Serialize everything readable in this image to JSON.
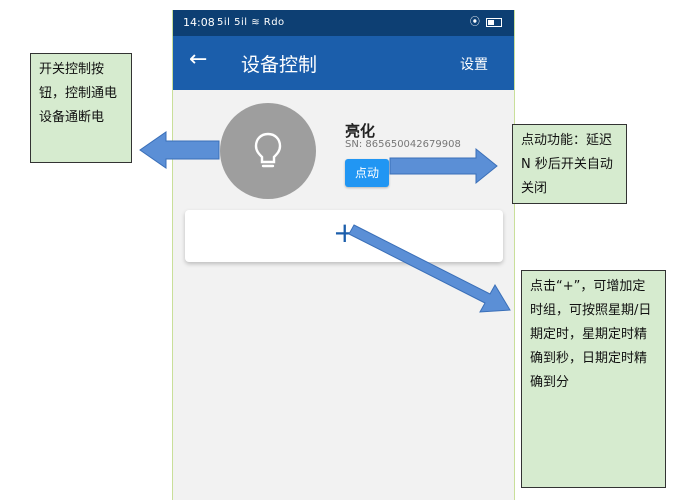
{
  "status_bar": {
    "time": "14:08",
    "signal": "5il 5il ≋ Rdo",
    "right": "⦿"
  },
  "app_bar": {
    "back_icon": "arrow-left-icon",
    "title": "设备控制",
    "settings_label": "设置"
  },
  "device": {
    "icon": "lightbulb-icon",
    "name": "亮化",
    "sn": "SN: 865650042679908",
    "pulse_button_label": "点动"
  },
  "add_timer": {
    "icon": "plus-icon",
    "label": "+"
  },
  "annotations": {
    "left": "开关控制按钮，控制通电设备通断电",
    "right": "点动功能：延迟 N 秒后开关自动关闭",
    "bottom": "点击“+”，可增加定时组，可按照星期/日期定时，星期定时精确到秒，日期定时精确到分"
  },
  "colors": {
    "status_bar": "#0d3f73",
    "app_bar": "#1b5eab",
    "button": "#2196f3",
    "note_bg": "#d6ebcf",
    "arrow": "#5b8fd6"
  }
}
